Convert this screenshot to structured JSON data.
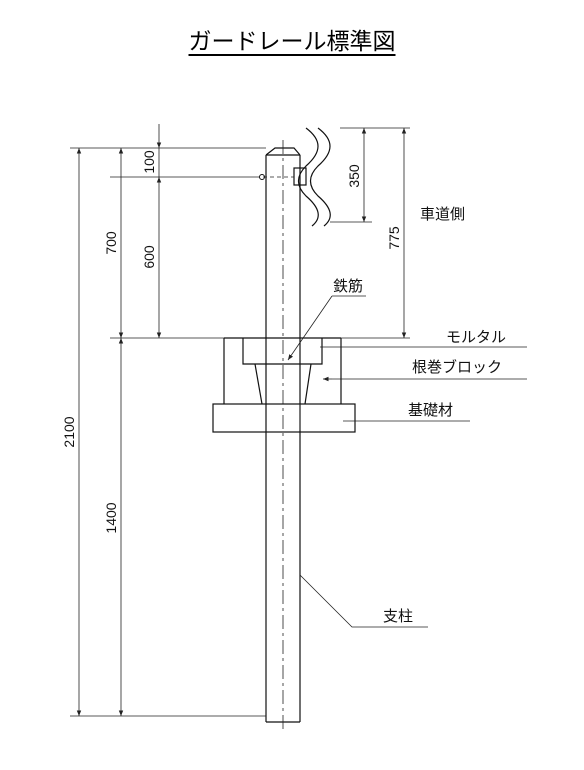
{
  "title": "ガードレール標準図",
  "dimensions": {
    "total_height": "2100",
    "above_ground": "700",
    "below_ground": "1400",
    "top_offset": "100",
    "bracket_to_ground": "600",
    "rail_height": "350",
    "rail_top_to_ground": "775"
  },
  "labels": {
    "road_side": "車道側",
    "rebar": "鉄筋",
    "mortar": "モルタル",
    "root_block": "根巻ブロック",
    "foundation": "基礎材",
    "post": "支柱"
  }
}
